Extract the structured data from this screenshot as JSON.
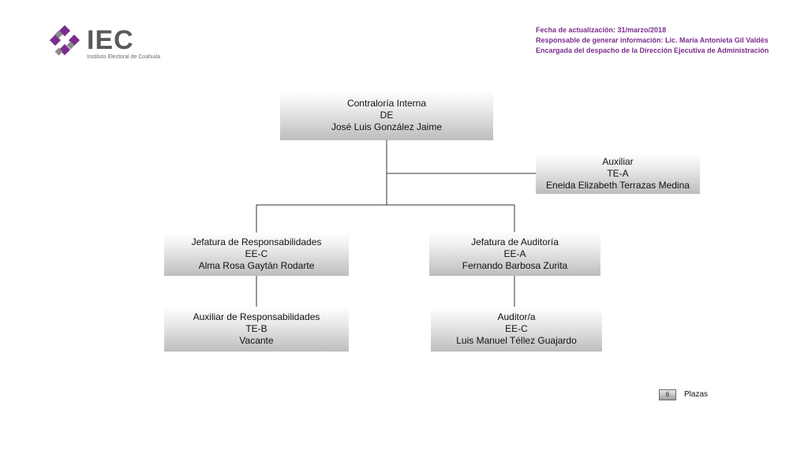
{
  "logo": {
    "icon": "iec-diamond-logo",
    "text": "IEC",
    "subtitle": "Instituto Electoral de Coahuila",
    "colors": {
      "purple": "#7b2d8e",
      "gray": "#5a5a5a"
    }
  },
  "header": {
    "line1": "Fecha de actualización: 31/marzo/2018",
    "line2": "Responsable de generar información: Lic. María Antonieta Gil Valdés",
    "line3": "Encargada del despacho de la Dirección Ejecutiva de Administración"
  },
  "nodes": {
    "contraloria": {
      "title": "Contraloría Interna",
      "level": "DE",
      "person": "José Luis González Jaime"
    },
    "auxiliar": {
      "title": "Auxiliar",
      "level": "TE-A",
      "person": "Eneida Elizabeth Terrazas Medina"
    },
    "jef_resp": {
      "title": "Jefatura de Responsabilidades",
      "level": "EE-C",
      "person": "Alma Rosa Gaytán Rodarte"
    },
    "jef_aud": {
      "title": "Jefatura de Auditoría",
      "level": "EE-A",
      "person": "Fernando Barbosa Zurita"
    },
    "aux_resp": {
      "title": "Auxiliar de Responsabilidades",
      "level": "TE-B",
      "person": "Vacante"
    },
    "auditor": {
      "title": "Auditor/a",
      "level": "EE-C",
      "person": "Luis Manuel Téllez Guajardo"
    }
  },
  "legend": {
    "count": "6",
    "label": "Plazas"
  }
}
